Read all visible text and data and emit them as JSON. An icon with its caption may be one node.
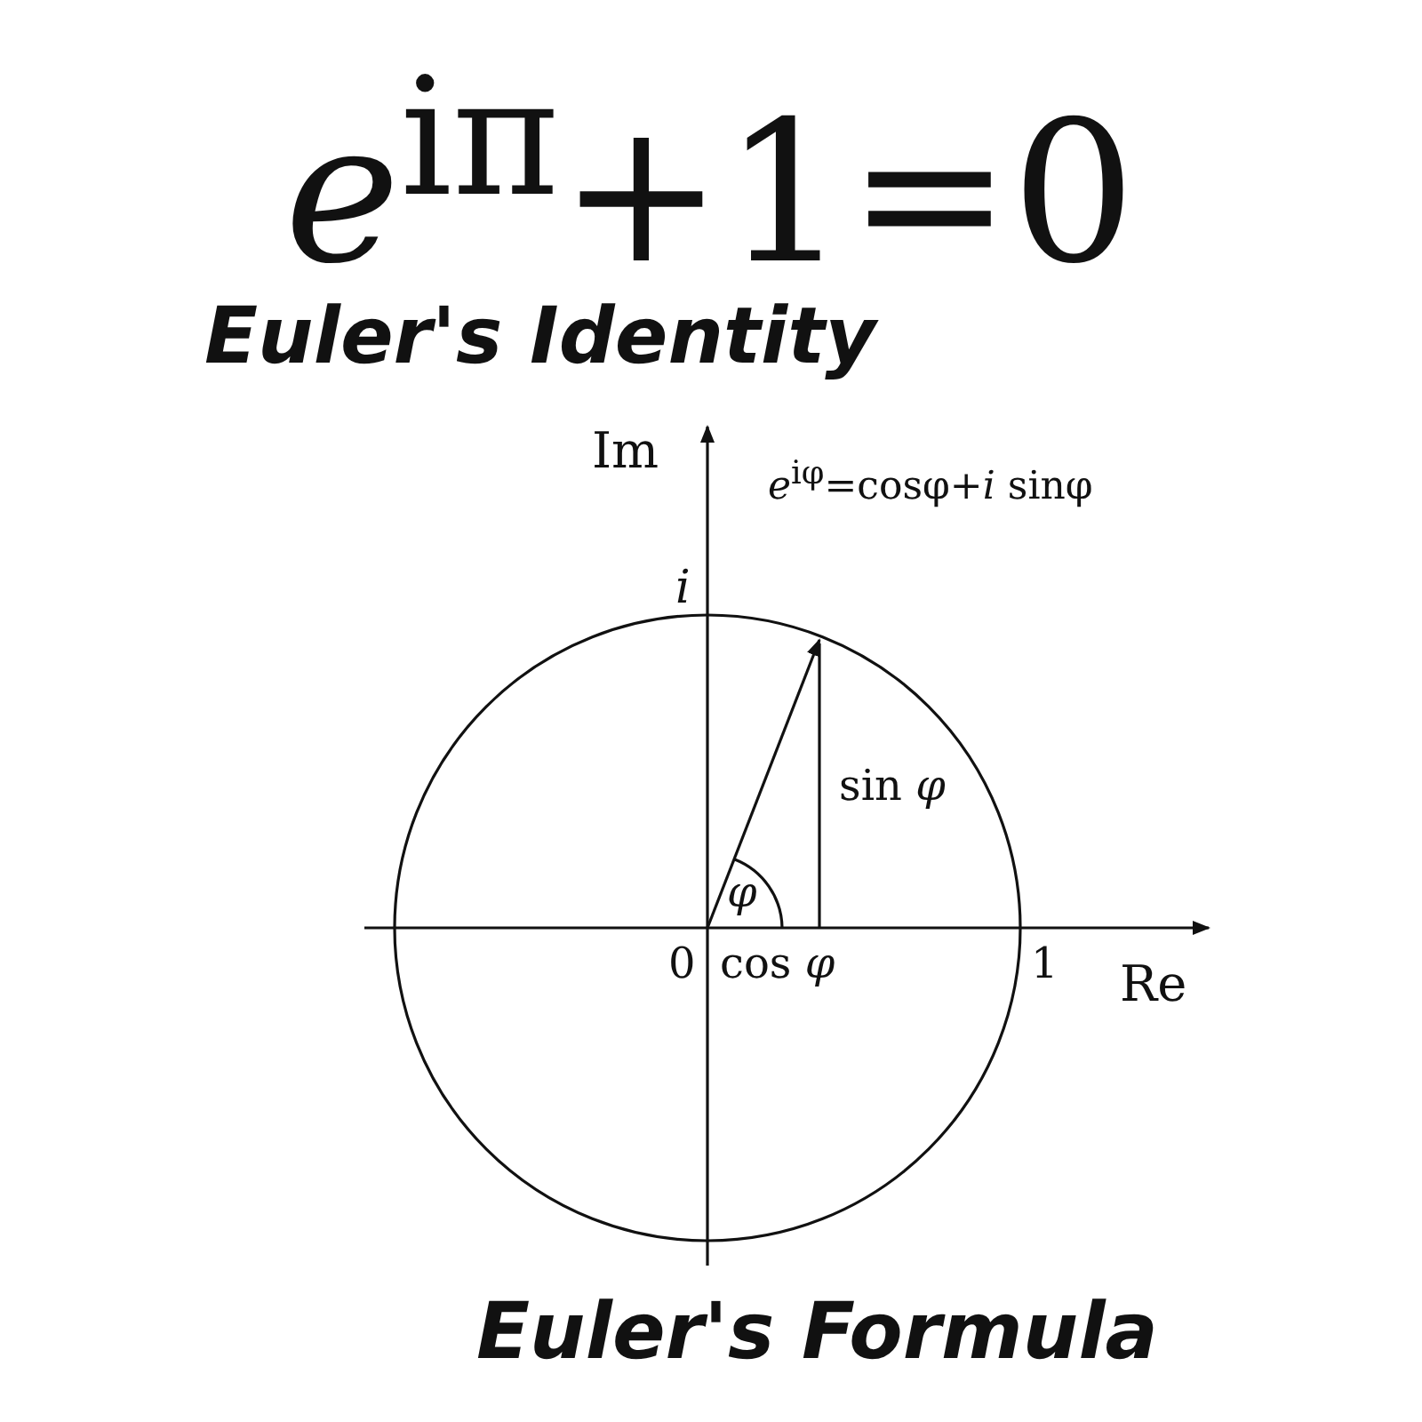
{
  "diagram": {
    "title": "*e*$^{iπ}$+1=0",
    "labels": [
      "Euler's Identity",
      "Im",
      "*e*$^{iφ}$=cosφ+*i* sinφ",
      "*i*",
      "sin *φ*",
      "*φ*",
      "0",
      "cos *φ*",
      "1",
      "Re",
      "Euler's Formula"
    ]
  }
}
